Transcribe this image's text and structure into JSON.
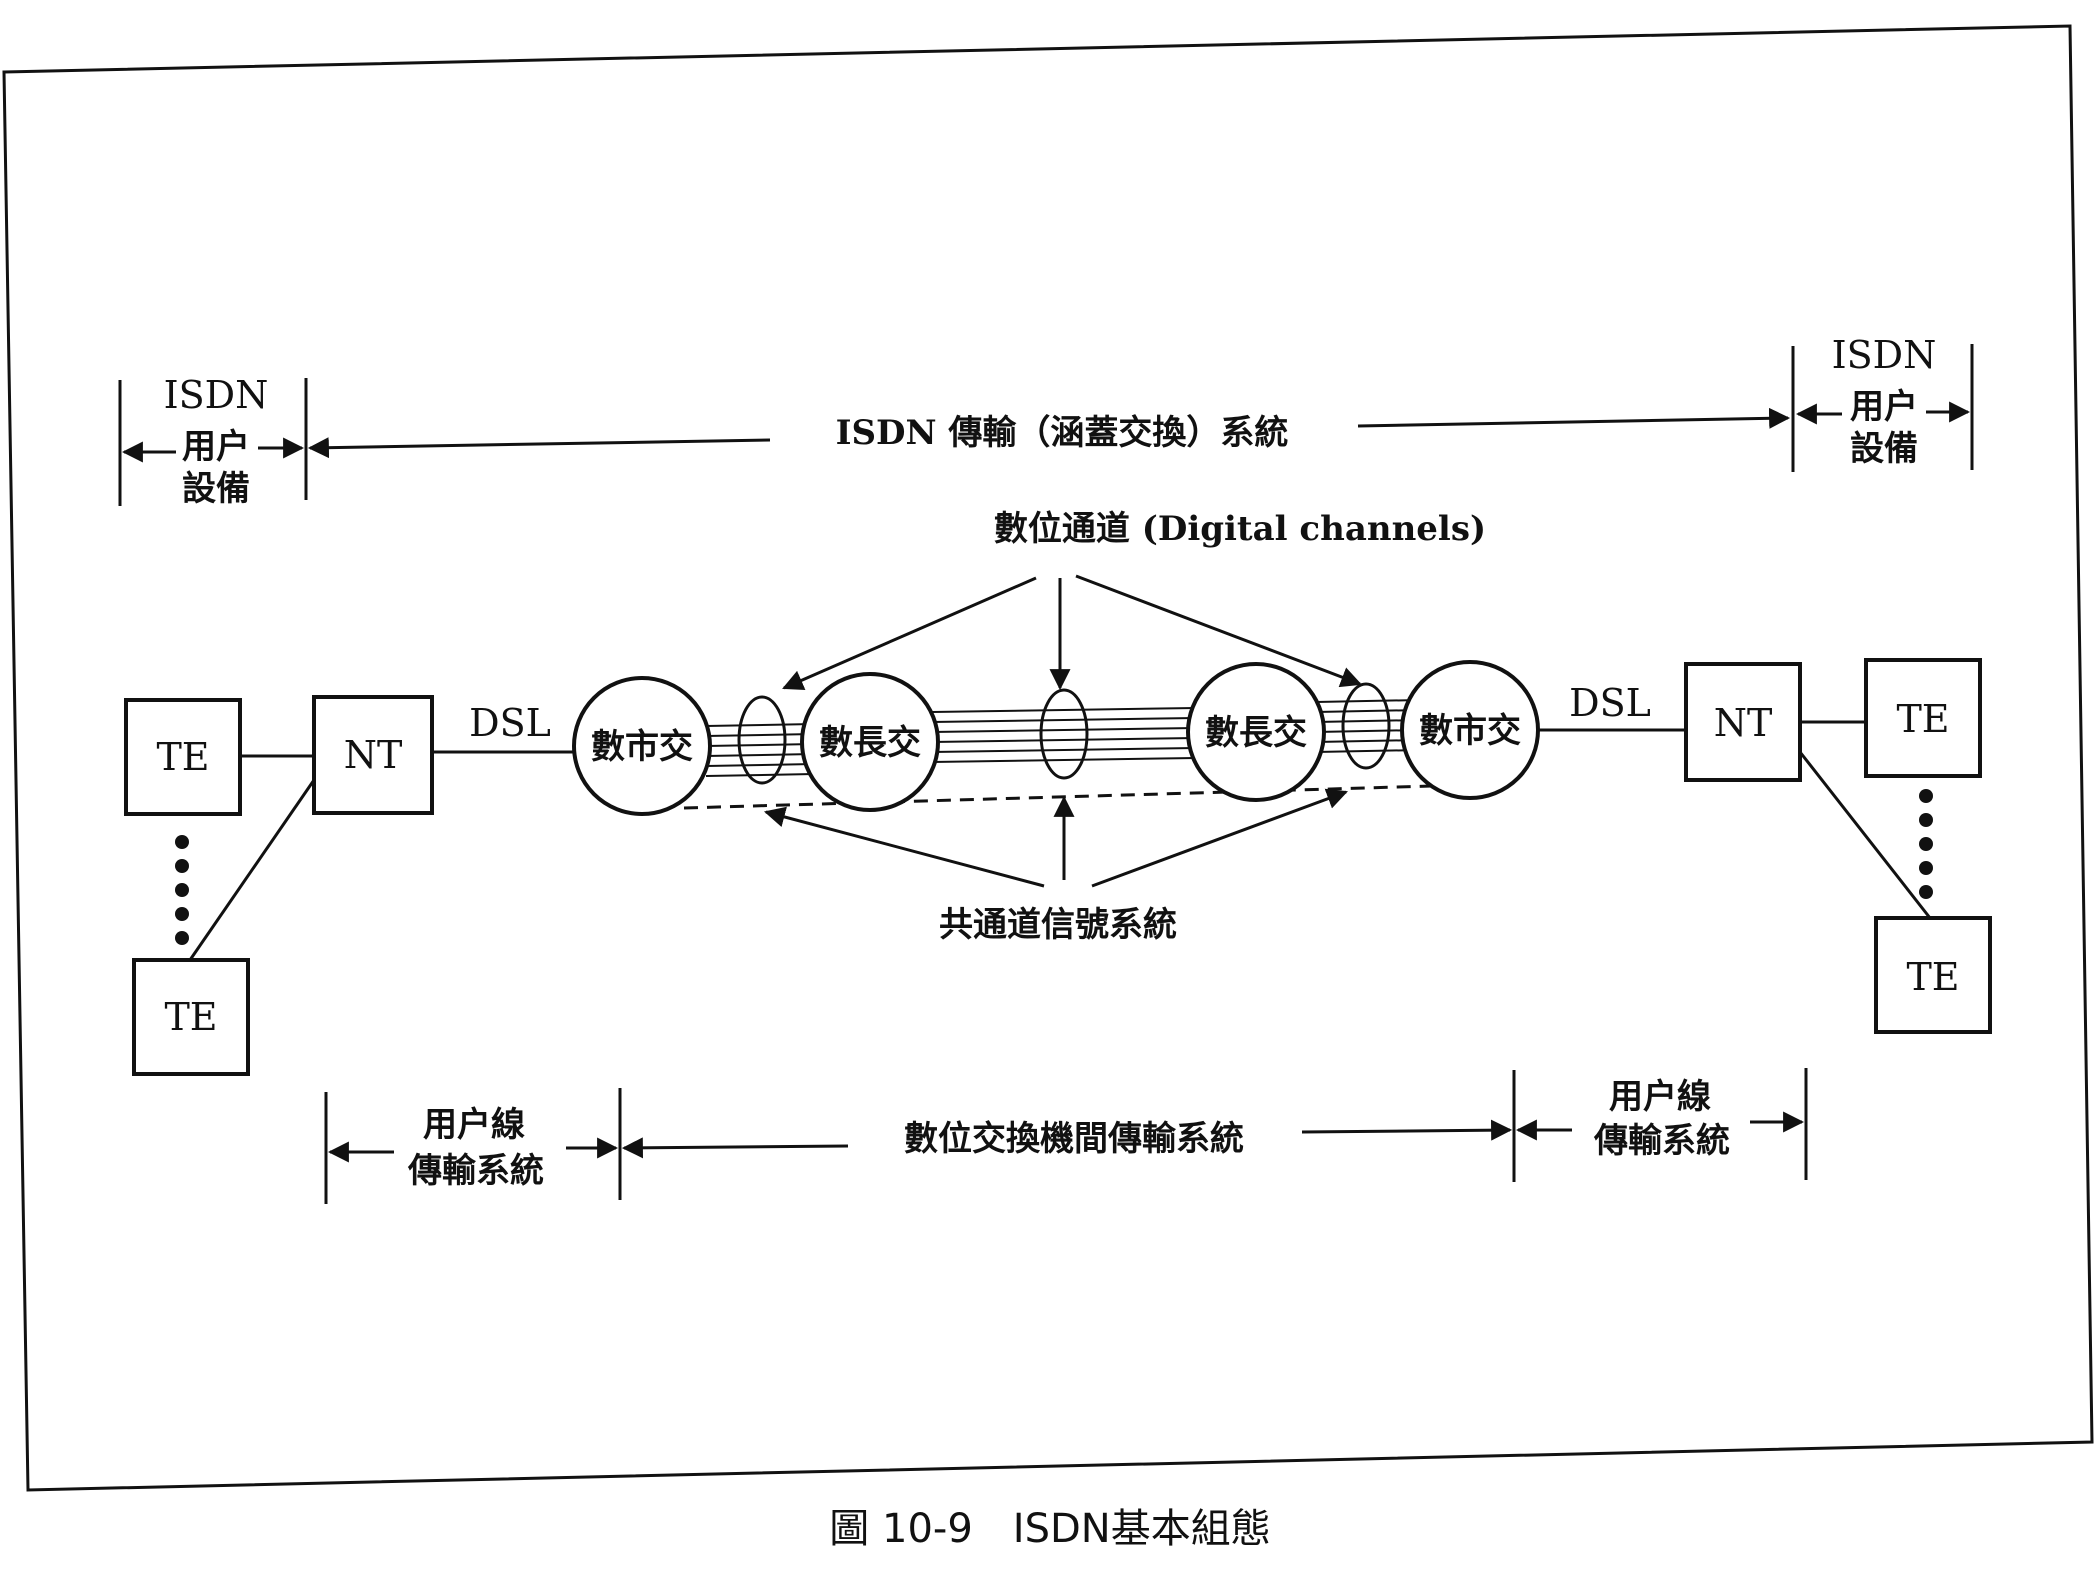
{
  "user_equipment": {
    "l1": "ISDN",
    "l2": "用户",
    "l3": "設備"
  },
  "transport_system": {
    "label": "ISDN 傳輸（涵蓋交換）系統"
  },
  "digital_channels": {
    "label": "數位通道 (Digital channels)"
  },
  "common_channel": {
    "label": "共通道信號系統"
  },
  "subscriber_line": {
    "l1": "用户線",
    "l2": "傳輸系統"
  },
  "inter_exchange": {
    "label": "數位交換機間傳輸系統"
  },
  "nodes": {
    "te": "TE",
    "nt": "NT",
    "dsl": "DSL",
    "local": "數市交",
    "toll": "數長交"
  },
  "caption": "圖 10-9　ISDN基本組態"
}
